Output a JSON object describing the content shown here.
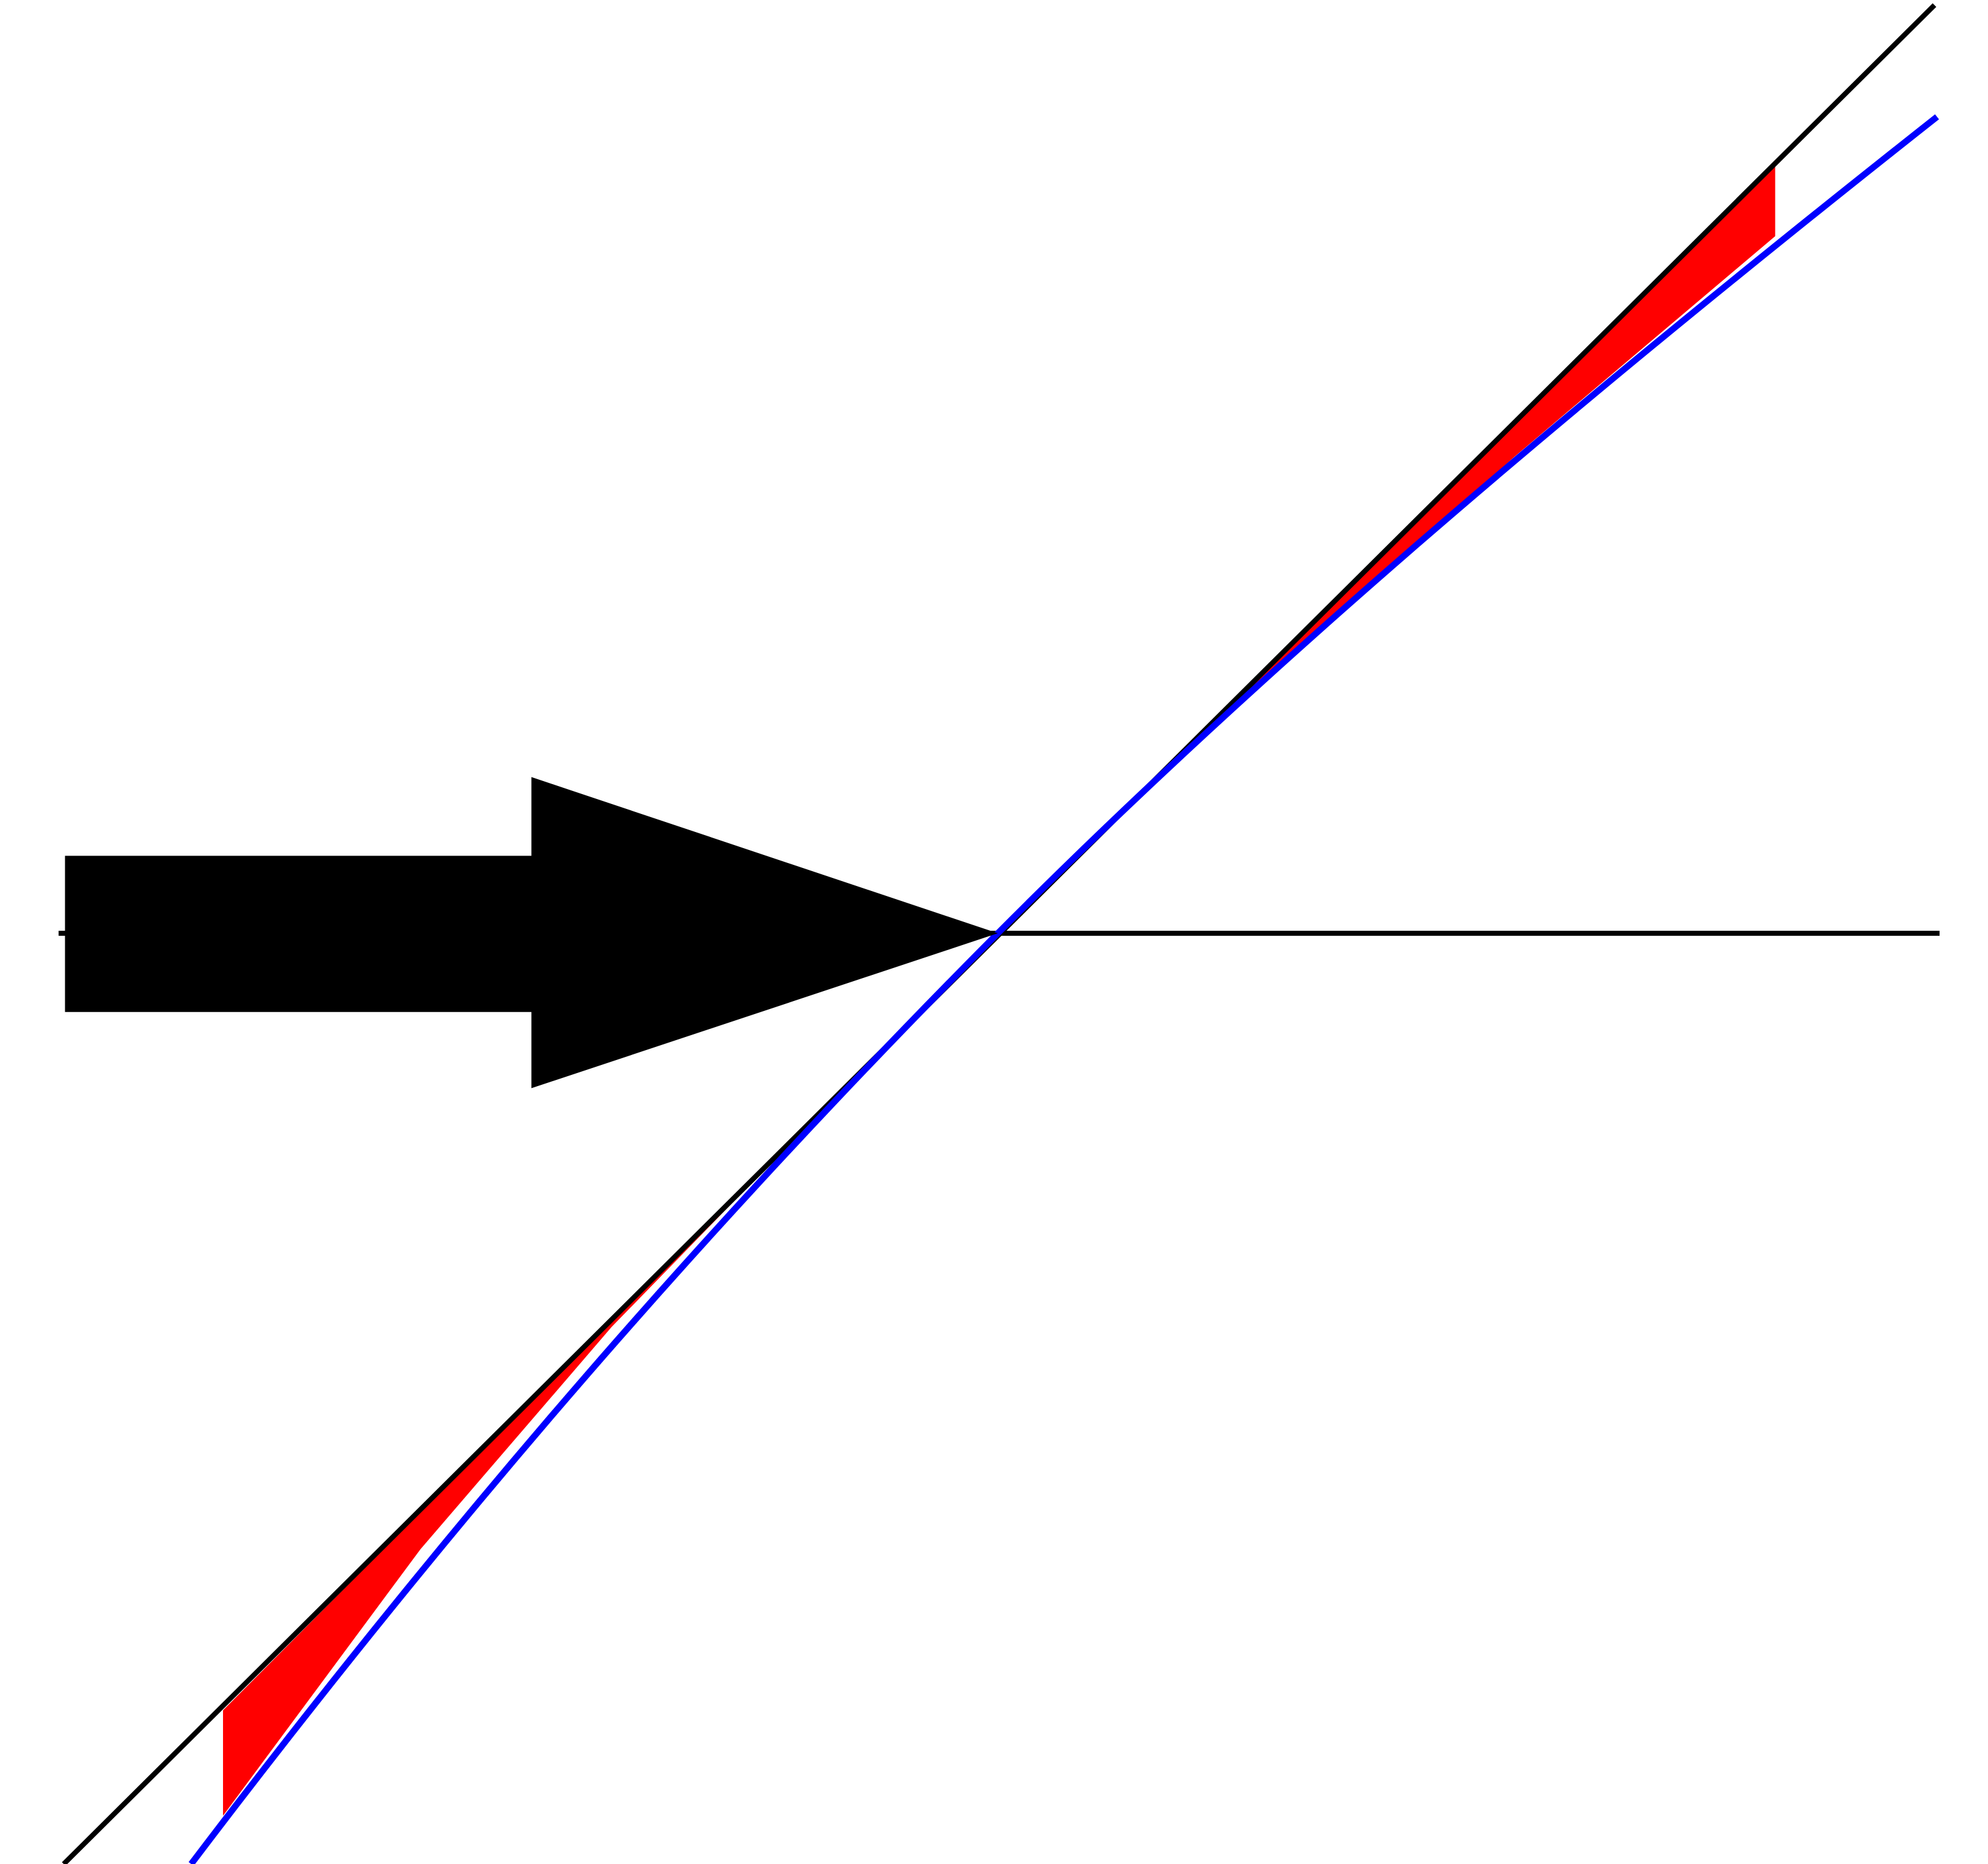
{
  "diagram": {
    "colors": {
      "background": "#ffffff",
      "reference_line": "#000000",
      "axis_line": "#000000",
      "curve": "#0000ff",
      "shaded_region": "#ff0000",
      "arrow": "#000000"
    },
    "elements": [
      "horizontal-axis",
      "diagonal-reference-line",
      "blue-curve",
      "shaded-gap-upper",
      "shaded-gap-lower",
      "pointer-arrow"
    ]
  }
}
